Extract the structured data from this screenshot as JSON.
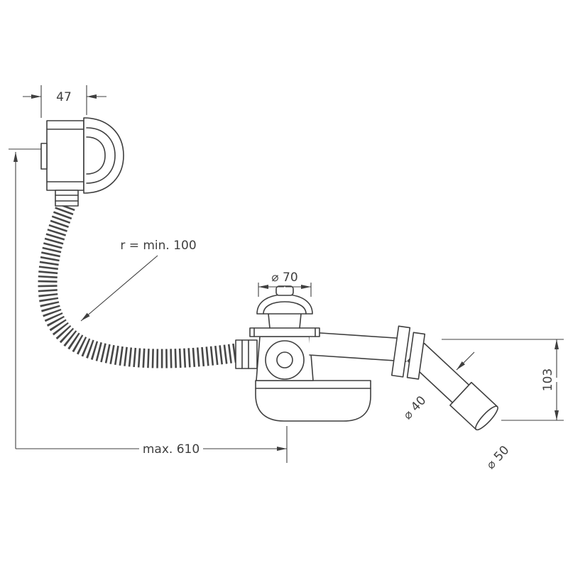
{
  "diagram": {
    "colors": {
      "line": "#3f3f3f",
      "background": "#ffffff"
    },
    "labels": {
      "overflow_width": "47",
      "bend_radius": "r = min. 100",
      "plug_diameter": "⌀ 70",
      "outlet_height": "103",
      "max_length": "max. 610",
      "pipe_diameter": "⌀ 40",
      "outlet_diameter": "⌀ 50"
    }
  }
}
